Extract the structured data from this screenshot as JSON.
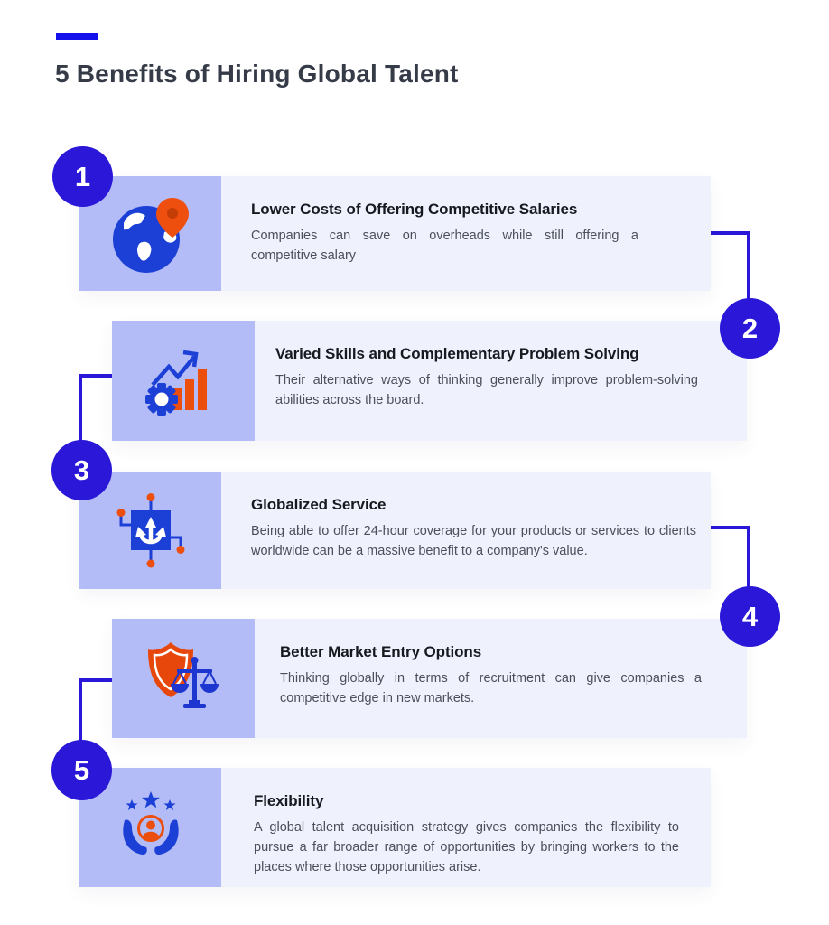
{
  "header": {
    "title": "5 Benefits of Hiring Global Talent"
  },
  "colors": {
    "accent_dash_blue": "#1411ec",
    "badge_blue": "#2a17d8",
    "connector_blue": "#2a17d8",
    "icon_panel_lavender": "#b3bcf7",
    "card_background": "#eff1fd",
    "icon_blue": "#1c40d6",
    "icon_orange": "#ec4e0d",
    "header_text": "#363b48",
    "card_title_text": "#17191f",
    "card_description_text": "#4b5059",
    "page_background": "#ffffff"
  },
  "cards": [
    {
      "number": "1",
      "icon": "globe-location-pin-icon",
      "title": "Lower Costs of Offering Competitive Salaries",
      "description": "Companies can save on overheads while still offering a competitive salary"
    },
    {
      "number": "2",
      "icon": "growth-chart-gear-icon",
      "title": "Varied Skills and Complementary Problem Solving",
      "description": "Their alternative ways of thinking generally improve problem-solving abilities across the board."
    },
    {
      "number": "3",
      "icon": "network-branch-arrow-icon",
      "title": "Globalized Service",
      "description": "Being able to offer 24-hour coverage for your products or services to clients worldwide can be a massive benefit to a company's value."
    },
    {
      "number": "4",
      "icon": "shield-scale-icon",
      "title": "Better Market Entry Options",
      "description": "Thinking globally in terms of recruitment can give companies a competitive edge in new markets."
    },
    {
      "number": "5",
      "icon": "hands-talent-stars-icon",
      "title": "Flexibility",
      "description": "A global talent acquisition strategy gives companies the flexibility to pursue a far broader range of opportunities by bringing workers to the places where those opportunities arise."
    }
  ]
}
